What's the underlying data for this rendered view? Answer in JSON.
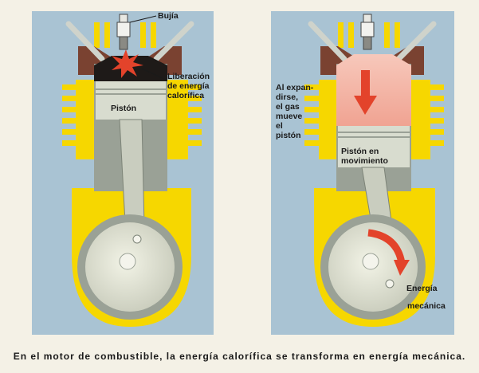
{
  "colors": {
    "panel_bg": "#a9c3d3",
    "engine_yellow": "#f6d700",
    "cylinder_gray": "#9aa196",
    "piston_light": "#d8dccf",
    "head_brown": "#7a4231",
    "combustion_black": "#1e1a18",
    "hot_gas_pink": "#f4b4a3",
    "arrow_red": "#e3432b",
    "flywheel_light": "#e2e4d2"
  },
  "left_panel": {
    "spark_plug_label": "Bujía",
    "heat_release_label": "Liberación\nde energía\ncalorífica",
    "piston_label": "Pistón"
  },
  "right_panel": {
    "expansion_label": "Al expan-\ndirse,\nel gas\nmueve\nel\npistón",
    "moving_piston_label": "Pistón en\nmovimiento",
    "mechanical_energy_label_line1": "Energía",
    "mechanical_energy_label_line2": "mecánica"
  },
  "caption": "En el motor de combustible, la energía calorífica se transforma en energía mecánica."
}
